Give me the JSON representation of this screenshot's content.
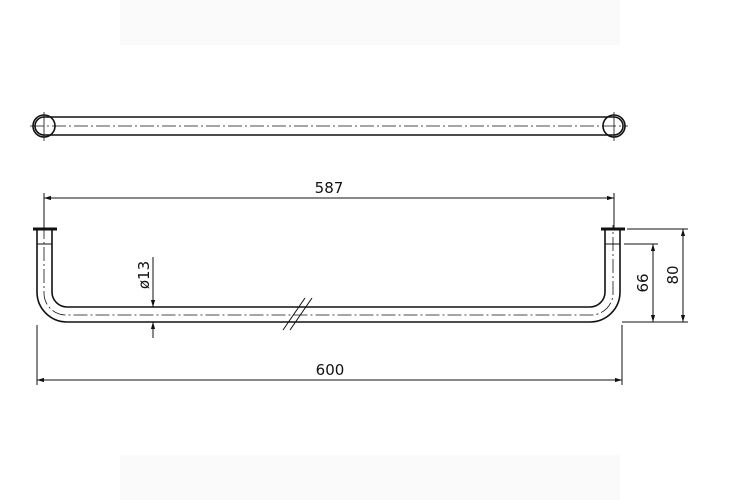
{
  "drawing": {
    "title": "Towel bar technical drawing",
    "dimensions": {
      "inner_width": "587",
      "overall_width": "600",
      "projection_inner": "66",
      "projection_overall": "80",
      "diameter": "ø13"
    }
  },
  "colors": {
    "line": "#111111",
    "background": "#ffffff"
  }
}
